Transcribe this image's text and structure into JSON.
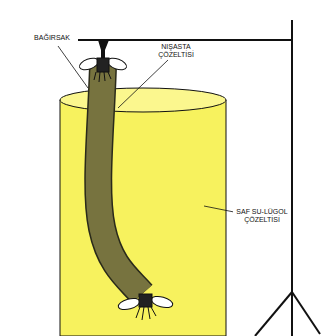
{
  "diagram": {
    "labels": [
      "BAĞIRSAK",
      "NIŞASTA ÇÖZELTİSİ",
      "SAF SU-LÜGOL ÇÖZELTİSİ"
    ]
  }
}
